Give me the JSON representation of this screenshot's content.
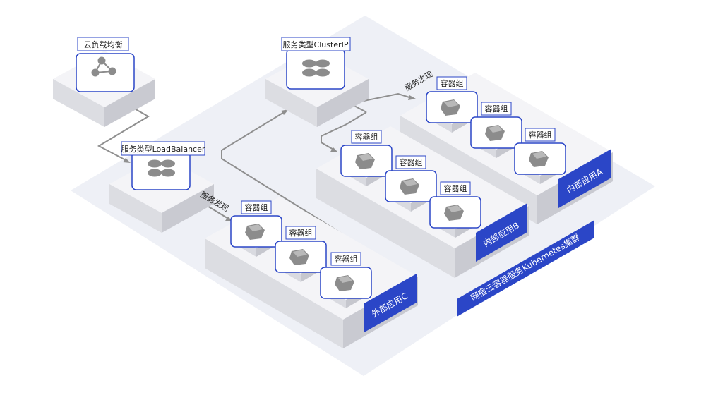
{
  "colors": {
    "accent": "#2b46c7",
    "platform": "#eef0f6",
    "block_top": "#f4f4f7",
    "block_left": "#dcdde2",
    "block_right": "#c9cad1",
    "tile_top": "#fafafc",
    "tile_left": "#d9dae0",
    "tile_right": "#c6c7ce",
    "icon": "#8c8c8c",
    "arrow": "#8f8f8f"
  },
  "cluster": {
    "label": "网宿云容器服务Kubernetes集群"
  },
  "nodes": {
    "load_balancer": {
      "label": "云负载均衡",
      "icon": "share-nodes-icon"
    },
    "svc_loadbalancer": {
      "label": "服务类型LoadBalancer",
      "icon": "service-petals-icon"
    },
    "svc_clusterip": {
      "label": "服务类型ClusterIP",
      "icon": "service-petals-icon"
    }
  },
  "discovery_labels": [
    "服务发现",
    "服务发现"
  ],
  "apps": [
    {
      "id": "app-a",
      "label": "内部应用A",
      "pods": [
        "容器组",
        "容器组",
        "容器组"
      ]
    },
    {
      "id": "app-b",
      "label": "内部应用B",
      "pods": [
        "容器组",
        "容器组",
        "容器组"
      ]
    },
    {
      "id": "app-c",
      "label": "外部应用C",
      "pods": [
        "容器组",
        "容器组",
        "容器组"
      ]
    }
  ]
}
